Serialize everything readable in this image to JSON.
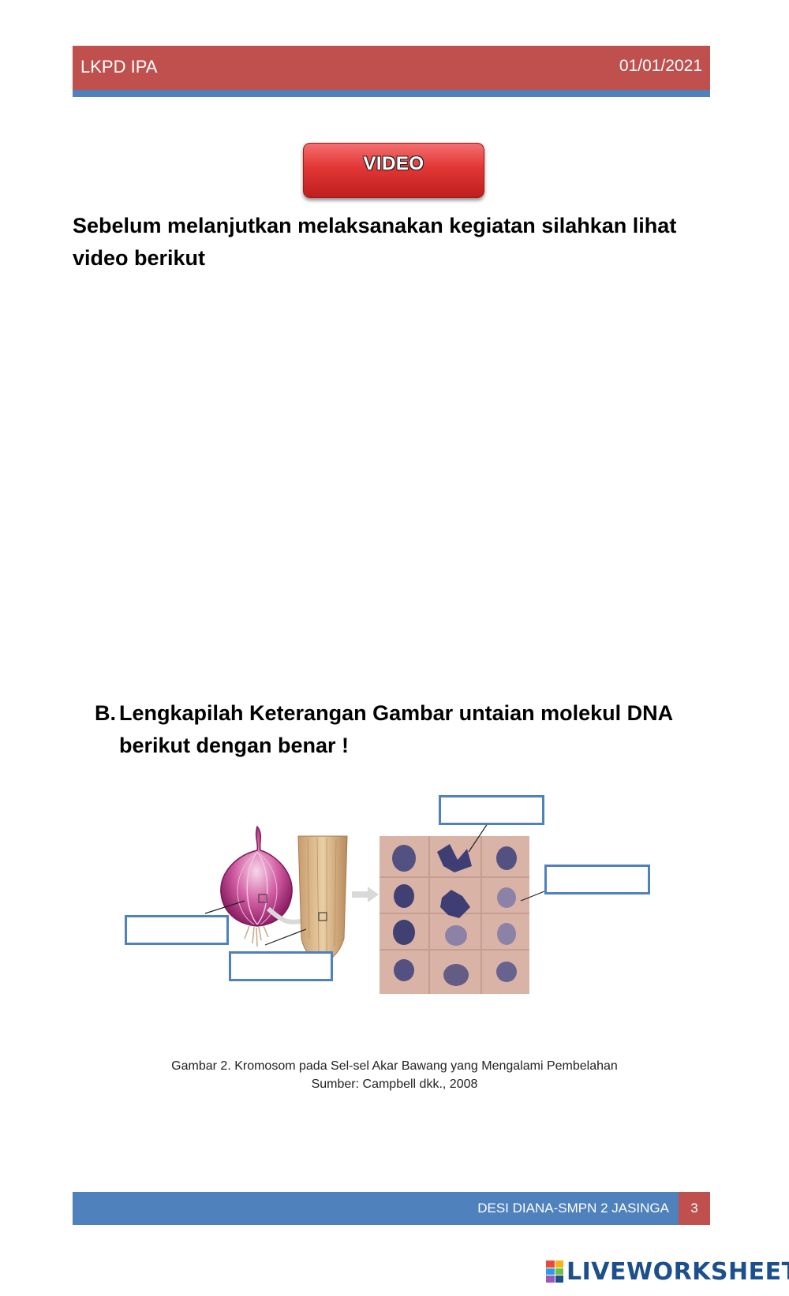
{
  "header": {
    "title": "LKPD IPA",
    "date": "01/01/2021"
  },
  "video_button": {
    "label": "VIDEO"
  },
  "instruction": "Sebelum melanjutkan melaksanakan kegiatan silahkan lihat video berikut",
  "section_b": {
    "label": "B.",
    "text": "Lengkapilah Keterangan  Gambar untaian molekul DNA berikut dengan benar !"
  },
  "figure": {
    "caption_line1": "Gambar 2. Kromosom pada Sel-sel Akar Bawang yang Mengalami Pembelahan",
    "caption_line2": "Sumber: Campbell dkk., 2008",
    "answer_boxes": [
      "",
      "",
      "",
      ""
    ]
  },
  "footer": {
    "author": "DESI DIANA-SMPN 2 JASINGA",
    "page": "3"
  },
  "brand": {
    "name": "LIVEWORKSHEETS"
  },
  "colors": {
    "header_red": "#c0504d",
    "band_blue": "#4f81bd",
    "button_red": "#e23636"
  }
}
